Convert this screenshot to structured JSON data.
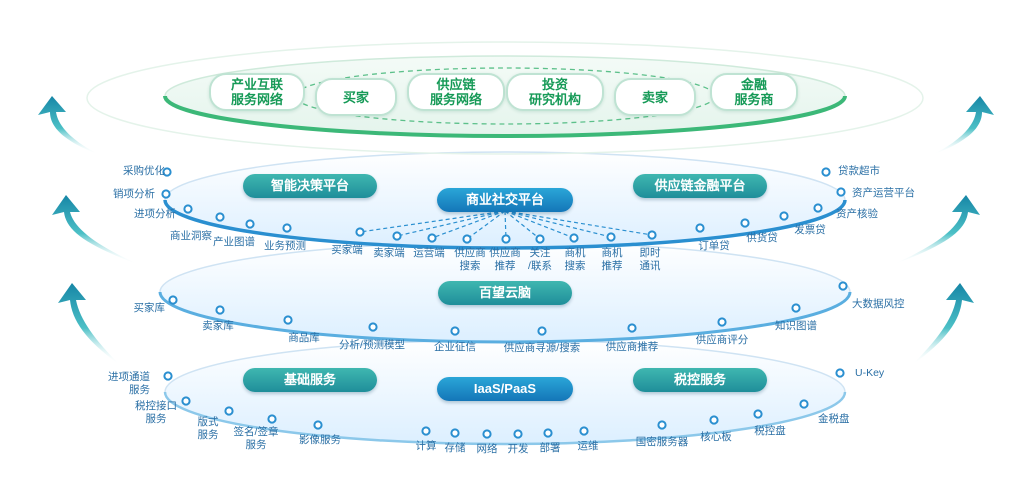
{
  "top_layer": {
    "nodes": [
      {
        "text": "产业互联\n服务网络"
      },
      {
        "text": "买家"
      },
      {
        "text": "供应链\n服务网络"
      },
      {
        "text": "投资\n研究机构"
      },
      {
        "text": "卖家"
      },
      {
        "text": "金融\n服务商"
      }
    ]
  },
  "layer_app": {
    "pills": {
      "left": "智能决策平台",
      "center": "商业社交平台",
      "right": "供应链金融平台"
    },
    "left_labels": [
      "采购优化",
      "销项分析",
      "进项分析",
      "商业洞察",
      "产业图谱",
      "业务预测"
    ],
    "center_labels": [
      "买家端",
      "卖家端",
      "运营端",
      "供应商\n搜索",
      "供应商\n推荐",
      "关注\n/联系",
      "商机\n搜索",
      "商机\n推荐",
      "即时\n通讯"
    ],
    "right_labels": [
      "订单贷",
      "供货贷",
      "发票贷",
      "资产核验",
      "资产运营平台",
      "贷款超市"
    ]
  },
  "layer_brain": {
    "pill": "百望云脑",
    "labels": [
      "买家库",
      "卖家库",
      "商品库",
      "分析/预测模型",
      "企业征信",
      "供应商寻源/搜索",
      "供应商推荐",
      "供应商评分",
      "知识图谱",
      "大数据风控"
    ]
  },
  "layer_base": {
    "pills": {
      "left": "基础服务",
      "center": "IaaS/PaaS",
      "right": "税控服务"
    },
    "left_labels": [
      "进项通道\n服务",
      "税控接口\n服务",
      "版式\n服务",
      "签名/签章\n服务",
      "影像服务"
    ],
    "center_labels": [
      "计算",
      "存储",
      "网络",
      "开发",
      "部署",
      "运维"
    ],
    "right_labels": [
      "国密服务器",
      "核心板",
      "税控盘",
      "金税盘",
      "U-Key"
    ]
  },
  "colors": {
    "label": "#2a6fa5",
    "ring_blue": "#2a8fd0",
    "ring_green": "#3cb878",
    "top_text": "#169a57",
    "arrow": "#1aa0a8"
  }
}
